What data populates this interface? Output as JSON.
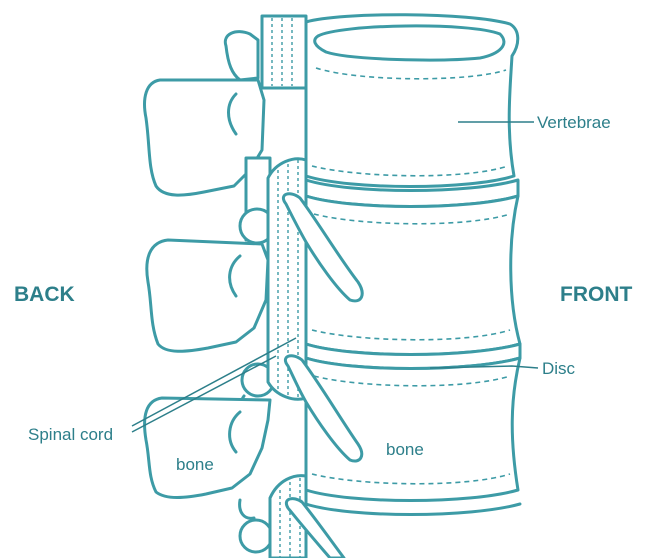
{
  "labels": {
    "back": "BACK",
    "front": "FRONT",
    "vertebrae": "Vertebrae",
    "disc": "Disc",
    "spinal_cord": "Spinal cord",
    "bone_left": "bone",
    "bone_right": "bone"
  },
  "colors": {
    "line": "#3d9ba6",
    "text": "#2d7f8a",
    "background": "#ffffff"
  }
}
